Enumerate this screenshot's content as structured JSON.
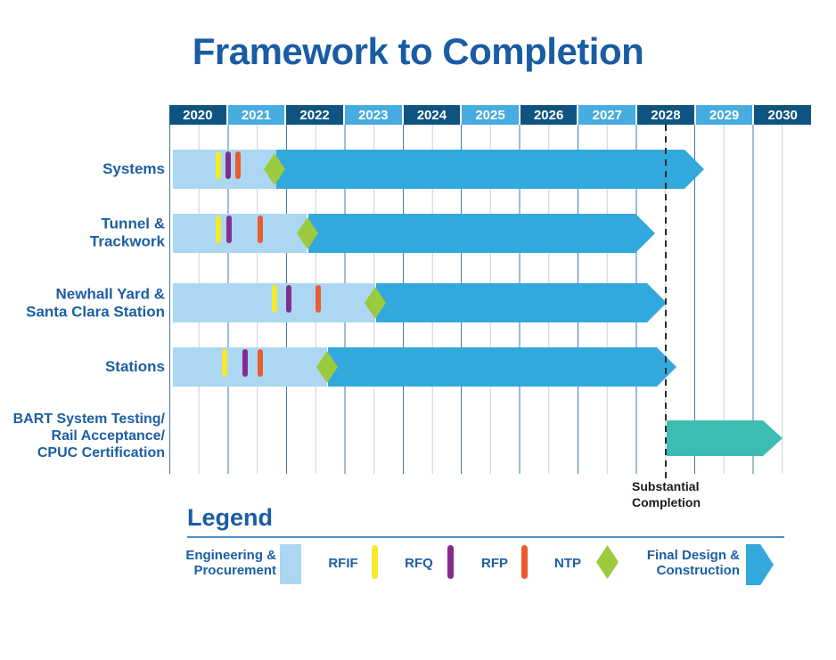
{
  "title": "Framework to Completion",
  "timeline": {
    "row_labels": [
      "Systems",
      "Tunnel &\nTrackwork",
      "Newhall Yard &\nSanta Clara Station",
      "Stations",
      "BART System Testing/\nRail Acceptance/\nCPUC Certification"
    ],
    "substantial_completion_label": "Substantial\nCompletion"
  },
  "legend": {
    "heading": "Legend",
    "items": [
      {
        "label": "Engineering &\nProcurement",
        "symbol": "light-blue-bar-swatch",
        "color": "#ABD7F2"
      },
      {
        "label": "RFIF",
        "symbol": "yellow-tick",
        "color": "#F7E829"
      },
      {
        "label": "RFQ",
        "symbol": "purple-tick",
        "color": "#862D8C"
      },
      {
        "label": "RFP",
        "symbol": "orange-tick",
        "color": "#EB5B2D"
      },
      {
        "label": "NTP",
        "symbol": "green-diamond",
        "color": "#9BCA3E"
      },
      {
        "label": "Final Design &\nConstruction",
        "symbol": "blue-arrow",
        "color": "#33A8DC"
      }
    ]
  },
  "chart_data": {
    "type": "bar",
    "subtype": "gantt-timeline",
    "title": "Framework to Completion",
    "x_axis": {
      "unit": "year",
      "ticks": [
        "2020",
        "2021",
        "2022",
        "2023",
        "2024",
        "2025",
        "2026",
        "2027",
        "2028",
        "2029",
        "2030"
      ],
      "range": [
        2020,
        2031
      ],
      "minor_gridlines": "half-year"
    },
    "rows": [
      {
        "label": "Systems",
        "engineering_procurement": {
          "start": 2020.1,
          "end": 2021.8
        },
        "milestones": {
          "RFIF": 2020.8,
          "RFQ": 2021.0,
          "RFP": 2021.2,
          "NTP": 2021.8
        },
        "final_design_construction": {
          "start": 2021.8,
          "end": 2029.2
        }
      },
      {
        "label": "Tunnel & Trackwork",
        "engineering_procurement": {
          "start": 2020.1,
          "end": 2022.4
        },
        "milestones": {
          "RFIF": 2020.8,
          "RFQ": 2021.0,
          "RFP": 2021.6,
          "NTP": 2022.4
        },
        "final_design_construction": {
          "start": 2022.4,
          "end": 2028.3
        }
      },
      {
        "label": "Newhall Yard & Santa Clara Station",
        "engineering_procurement": {
          "start": 2020.1,
          "end": 2023.5
        },
        "milestones": {
          "RFIF": 2021.8,
          "RFQ": 2022.0,
          "RFP": 2022.6,
          "NTP": 2023.5
        },
        "final_design_construction": {
          "start": 2023.5,
          "end": 2028.5
        }
      },
      {
        "label": "Stations",
        "engineering_procurement": {
          "start": 2020.1,
          "end": 2022.7
        },
        "milestones": {
          "RFIF": 2020.9,
          "RFQ": 2021.3,
          "RFP": 2021.6,
          "NTP": 2022.7
        },
        "final_design_construction": {
          "start": 2022.7,
          "end": 2028.7
        }
      },
      {
        "label": "BART System Testing/ Rail Acceptance/ CPUC Certification",
        "testing_certification": {
          "start": 2028.5,
          "end": 2030.5
        }
      }
    ],
    "annotations": [
      {
        "label": "Substantial Completion",
        "x": 2028.5,
        "style": "black-dashed-vertical-line"
      }
    ],
    "legend_position": "bottom"
  },
  "colors": {
    "title_blue": "#1A5CA4",
    "header_dark_blue": "#0F5480",
    "header_light_blue": "#47ACDF",
    "row_label_blue": "#1C5FA3",
    "engineering_procurement_bar": "#ABD7F2",
    "final_design_construction_arrow": "#33A8DC",
    "testing_certification_arrow": "#3DBCB2",
    "rfif_yellow": "#F7E829",
    "rfq_purple": "#862D8C",
    "rfp_orange": "#EB5B2D",
    "ntp_green": "#9BCA3E",
    "gridline_major": "#3D79B0",
    "gridline_minor": "#C6D2E0",
    "completion_text": "#1A1A1A"
  }
}
